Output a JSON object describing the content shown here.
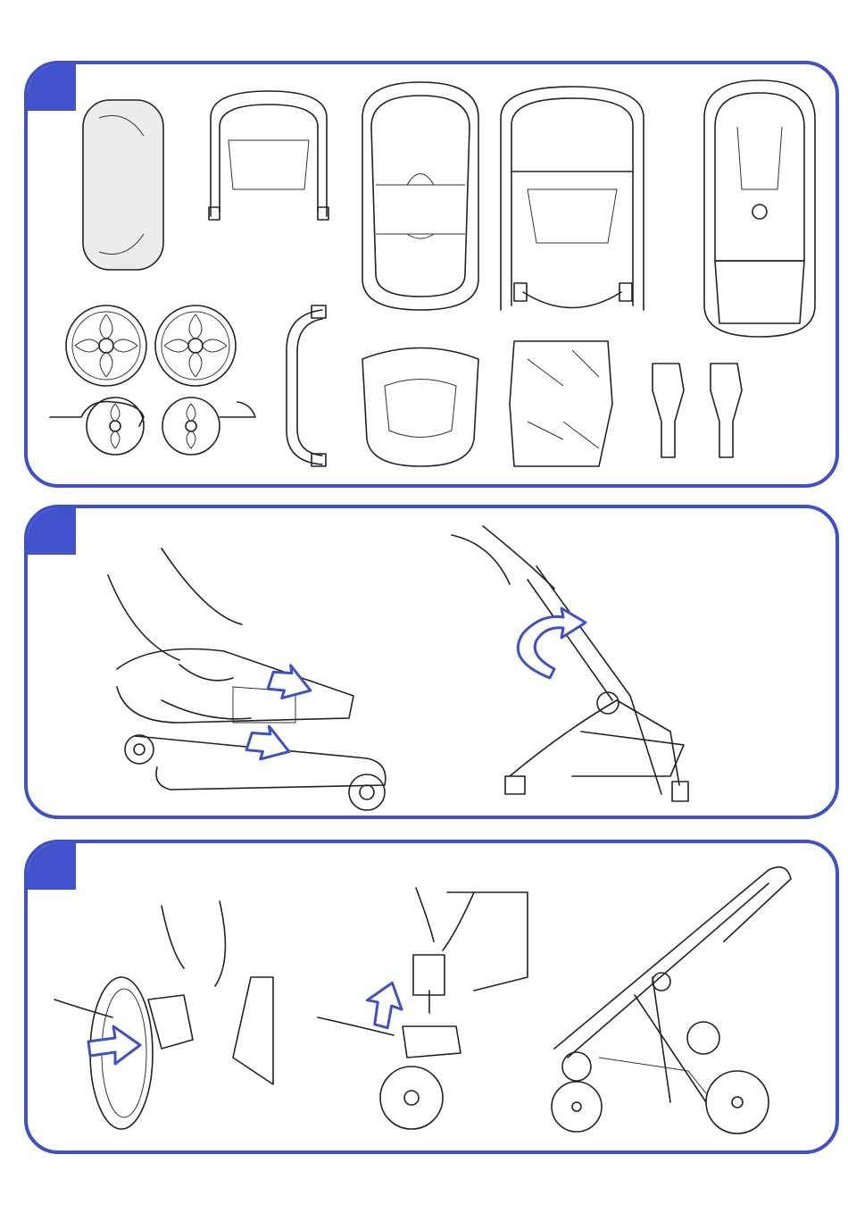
{
  "brand_color": "#3f51c8",
  "panels": [
    {
      "id": "components",
      "step": ""
    },
    {
      "id": "unfold",
      "step": ""
    },
    {
      "id": "wheels",
      "step": ""
    }
  ],
  "icons": {
    "components": [
      "mattress-pad-icon",
      "canopy-icon",
      "carrycot-frame-icon",
      "chassis-frame-icon",
      "seat-unit-icon",
      "front-wheel-icon",
      "rear-wheel-icon",
      "bumper-bar-icon",
      "apron-icon",
      "rain-cover-icon",
      "adapter-icon"
    ],
    "unfold": [
      "unlock-hands-illustration",
      "push-arrow-icon",
      "unfolded-frame-illustration",
      "rotate-arrow-icon"
    ],
    "wheels": [
      "rear-wheel-insert-illustration",
      "insert-arrow-icon",
      "front-wheel-insert-illustration",
      "up-arrow-icon",
      "assembled-stroller-illustration"
    ]
  }
}
